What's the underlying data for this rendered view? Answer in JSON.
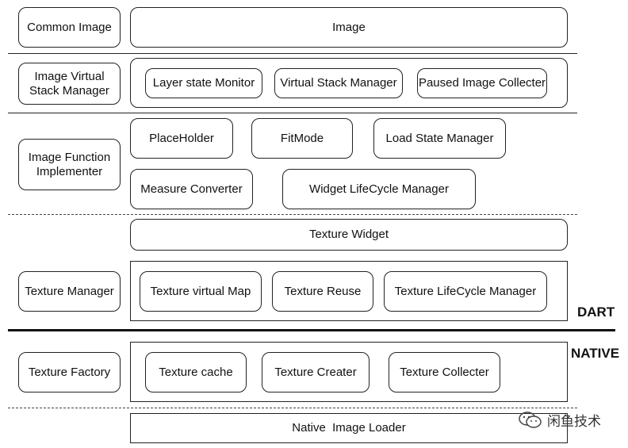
{
  "rows": {
    "common": {
      "label": "Common Image",
      "image": "Image"
    },
    "virtual": {
      "label": "Image Virtual Stack Manager",
      "items": [
        "Layer state Monitor",
        "Virtual Stack Manager",
        "Paused Image Collecter"
      ]
    },
    "function": {
      "label": "Image Function Implementer",
      "items": [
        "PlaceHolder",
        "FitMode",
        "Load State Manager",
        "Measure Converter",
        "Widget LifeCycle Manager"
      ]
    },
    "texture_widget": "Texture Widget",
    "texture_manager": {
      "label": "Texture Manager",
      "items": [
        "Texture virtual Map",
        "Texture Reuse",
        "Texture LifeCycle Manager"
      ]
    },
    "texture_factory": {
      "label": "Texture Factory",
      "items": [
        "Texture cache",
        "Texture Creater",
        "Texture  Collecter"
      ]
    },
    "native_loader": "Native  Image Loader"
  },
  "layers": {
    "dart": "DART",
    "native": "NATIVE"
  },
  "watermark": "闲鱼技术"
}
